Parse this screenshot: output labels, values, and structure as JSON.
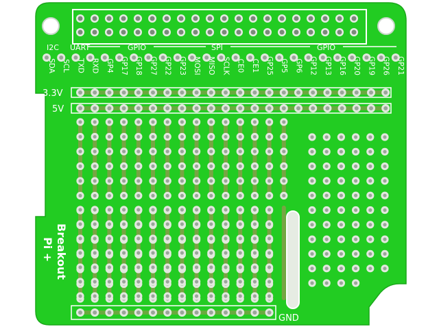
{
  "board": {
    "color": "#22cc22",
    "silk_color": "#ffffff",
    "pad_color": "#cfd4cc",
    "copper_color": "#b08a5a",
    "header_pins": 20
  },
  "bus_labels": {
    "i2c": "I2C",
    "uart": "UART",
    "gpio_left": "GPIO",
    "spi": "SPI",
    "gpio_right": "GPIO"
  },
  "pin_labels": [
    "SDA",
    "SCL",
    "TXD",
    "RXD",
    "GP4",
    "GP17",
    "GP18",
    "GP27",
    "GP22",
    "GP23",
    "MOSI",
    "MISO",
    "SCLK",
    "CE0",
    "CE1",
    "GP25",
    "GP5",
    "GP6",
    "GP12",
    "GP13",
    "GP16",
    "GP20",
    "GP19",
    "GP26",
    "GP21"
  ],
  "rails": {
    "v33": "3.3V",
    "v5": "5V",
    "gnd": "GND"
  },
  "logo": {
    "line1": "Breakout",
    "line2": "Pi +"
  }
}
